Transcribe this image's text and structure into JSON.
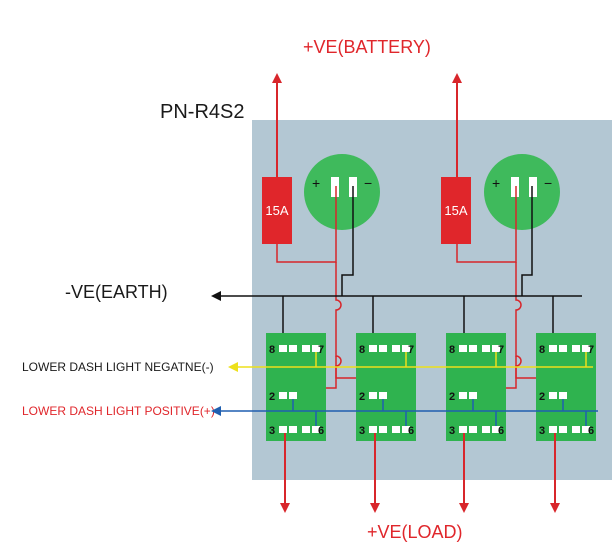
{
  "diagram": {
    "model_label": "PN-R4S2",
    "battery_label": "+VE(BATTERY)",
    "earth_label": "-VE(EARTH)",
    "load_label": "+VE(LOAD)",
    "dash_negative_label": "LOWER DASH LIGHT NEGATNE(-)",
    "dash_positive_label": "LOWER DASH LIGHT POSITIVE(+)",
    "fuses": [
      {
        "label": "15A"
      },
      {
        "label": "15A"
      }
    ],
    "breaker_terminals": {
      "plus": "+",
      "minus": "−"
    },
    "switches": [
      {
        "pins": [
          "8",
          "7",
          "2",
          "3",
          "6"
        ]
      },
      {
        "pins": [
          "8",
          "7",
          "2",
          "3",
          "6"
        ]
      },
      {
        "pins": [
          "8",
          "7",
          "2",
          "3",
          "6"
        ]
      },
      {
        "pins": [
          "8",
          "7",
          "2",
          "3",
          "6"
        ]
      }
    ]
  },
  "colors": {
    "panel": "#b3c7d3",
    "switch_green": "#2fb34f",
    "breaker_green": "#3fba5c",
    "fuse_red": "#e0262b",
    "wire_red": "#d8262b",
    "wire_black": "#111111",
    "wire_yellow": "#ede01b",
    "wire_blue": "#1f5fb0",
    "text_red": "#e0262b"
  }
}
